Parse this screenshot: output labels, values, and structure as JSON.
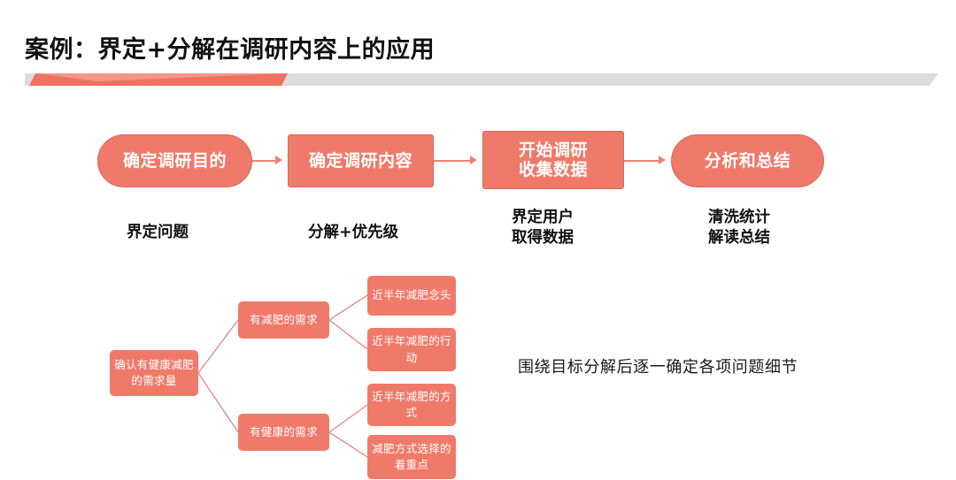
{
  "slide": {
    "title": "案例：界定+分解在调研内容上的应用",
    "background_color": "#FFFFFF"
  },
  "accent_bar": {
    "name": "decorative-accent-bar",
    "gray_color": "#DCDCDC",
    "red_color": "#F0705F",
    "red_highlight_color": "#F79486"
  },
  "theme": {
    "accent": "#F07A6A",
    "accent_border": "#D4685C",
    "connector": "#EF8273",
    "text_dark": "#111111",
    "text_light": "#FFFFFF"
  },
  "process": {
    "boxes": [
      {
        "label": "确定调研目的",
        "shape": "pill"
      },
      {
        "label": "确定调研内容",
        "shape": "rect"
      },
      {
        "label": "开始调研\n收集数据",
        "shape": "rect"
      },
      {
        "label": "分析和总结",
        "shape": "pill"
      }
    ],
    "captions": [
      "界定问题",
      "分解+优先级",
      "界定用户\n取得数据",
      "清洗统计\n解读总结"
    ],
    "arrow_count": 3
  },
  "tree": {
    "root": "确认有健康减肥的需求量",
    "branches": [
      {
        "label": "有减肥的需求",
        "leaves": [
          "近半年减肥念头",
          "近半年减肥的行动"
        ]
      },
      {
        "label": "有健康的需求",
        "leaves": [
          "近半年减肥的方式",
          "减肥方式选择的着重点"
        ]
      }
    ]
  },
  "side_note": "围绕目标分解后逐一确定各项问题细节"
}
